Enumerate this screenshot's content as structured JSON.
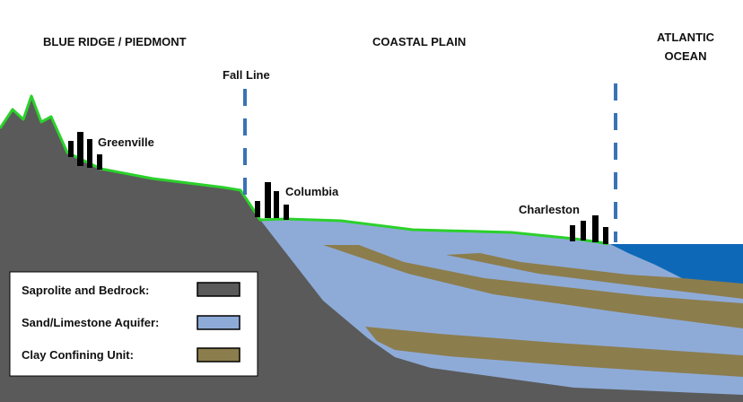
{
  "regions": {
    "blue_ridge": "BLUE RIDGE / PIEDMONT",
    "coastal_plain": "COASTAL PLAIN",
    "atlantic_line1": "ATLANTIC",
    "atlantic_line2": "OCEAN"
  },
  "fall_line_label": "Fall Line",
  "cities": {
    "greenville": "Greenville",
    "columbia": "Columbia",
    "charleston": "Charleston"
  },
  "legend": {
    "items": [
      {
        "label": "Saprolite and Bedrock:",
        "color": "#5a5a5a"
      },
      {
        "label": "Sand/Limestone Aquifer:",
        "color": "#8eabd8"
      },
      {
        "label": "Clay Confining Unit:",
        "color": "#8c7d4d"
      }
    ]
  },
  "colors": {
    "bedrock": "#5a5a5a",
    "aquifer": "#8eabd8",
    "clay": "#8c7d4d",
    "ocean": "#0e68b8",
    "surface_line": "#2bd12b",
    "dashed_line": "#3a73b5",
    "buildings": "#000000"
  }
}
